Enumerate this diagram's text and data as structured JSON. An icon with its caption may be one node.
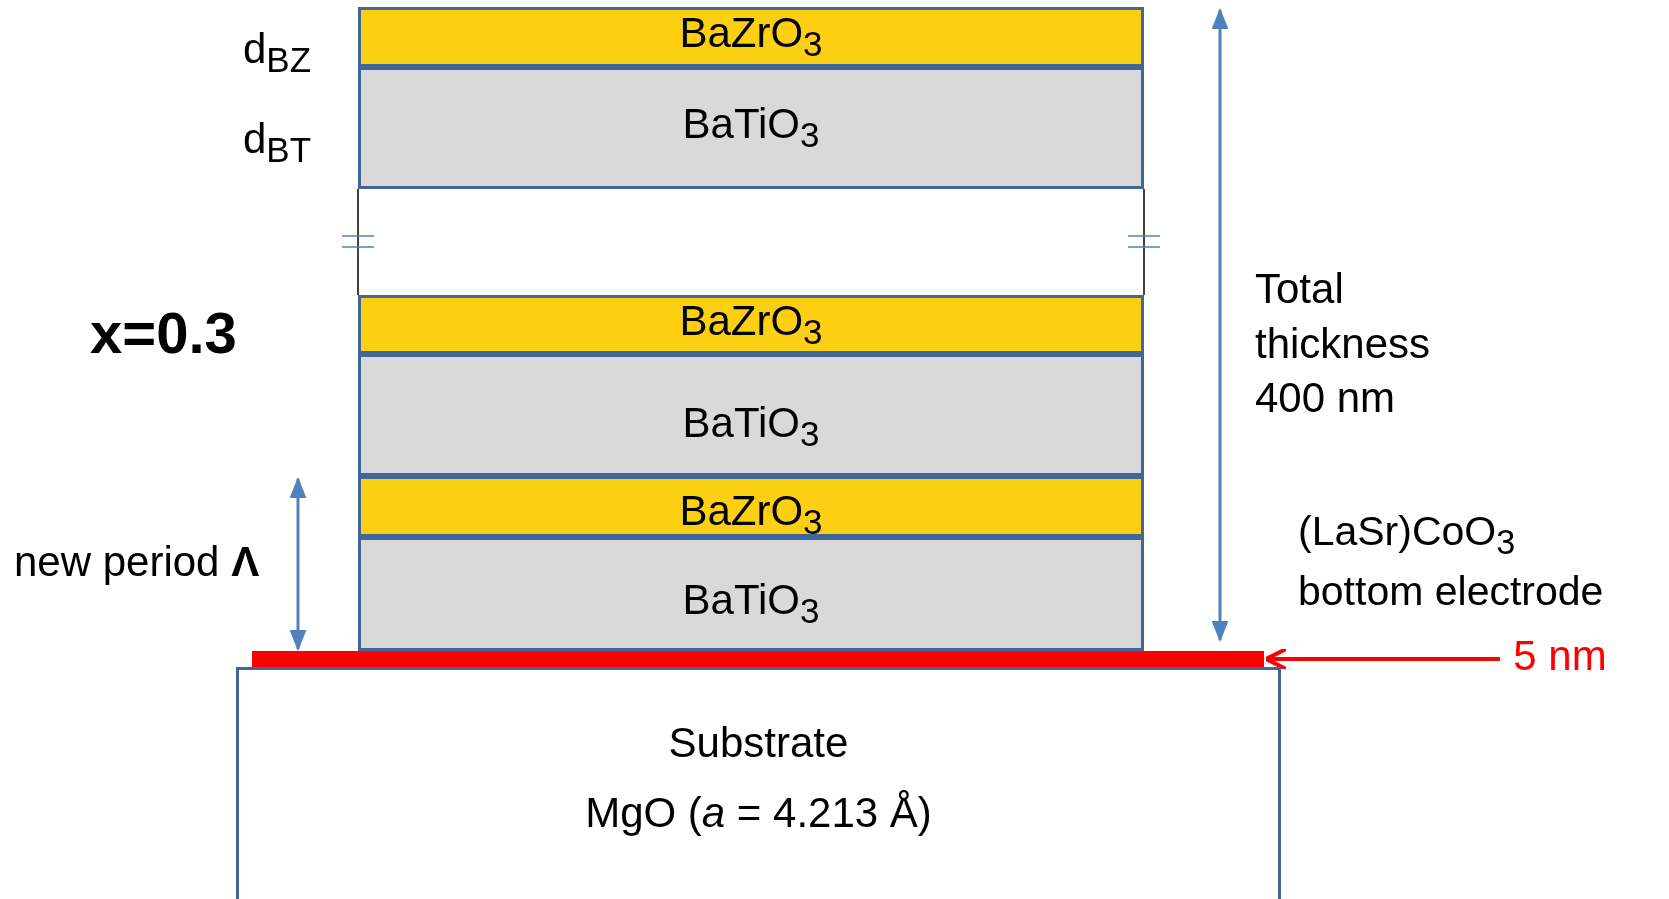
{
  "diagram": {
    "nodes": [
      {
        "text": [
          "BaZrO$_{3}$"
        ]
      },
      {
        "text": [
          "BaTiO$_{3}$"
        ]
      },
      {
        "text": [
          "BaZrO$_{3}$"
        ]
      },
      {
        "text": [
          "BaTiO$_{3}$"
        ]
      },
      {
        "text": [
          "BaZrO$_{3}$"
        ]
      },
      {
        "text": [
          "BaTiO$_{3}$"
        ]
      },
      {
        "text": [],
        "shape": "bar",
        "beside": [
          "(LaSr)CoO$_{3}$ bottom electrode"
        ]
      },
      {
        "text": [
          "5 nm"
        ]
      },
      {
        "text": [
          "Substrate",
          "MgO  (*a* = 4.213 Å)"
        ]
      }
    ],
    "edges": [
      {
        "from": 7,
        "to": 6,
        "arrow": "to",
        "color": "#ff0000"
      }
    ],
    "labels": [
      "d$_{BZ}$",
      "d$_{BT}$",
      "x=0.3",
      "new period **Λ**",
      "Total thickness 400 nm"
    ]
  }
}
